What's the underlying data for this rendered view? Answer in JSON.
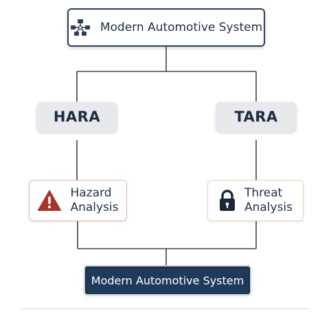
{
  "diagram": {
    "top_node": {
      "label": "Modern Automotive System",
      "icon": "network-nodes-icon"
    },
    "branches": [
      {
        "label": "HARA",
        "analysis": {
          "line1": "Hazard",
          "line2": "Analysis",
          "icon": "warning-triangle-icon",
          "icon_color": "#a7332b"
        }
      },
      {
        "label": "TARA",
        "analysis": {
          "line1": "Threat",
          "line2": "Analysis",
          "icon": "padlock-icon",
          "icon_color": "#1b2638"
        }
      }
    ],
    "bottom_node": {
      "label": "Modern Automotive System"
    }
  },
  "colors": {
    "navy": "#213a5b",
    "connector": "#3a4350",
    "hazard_border": "#e1b9b3",
    "threat_border": "#e3d9b8"
  }
}
